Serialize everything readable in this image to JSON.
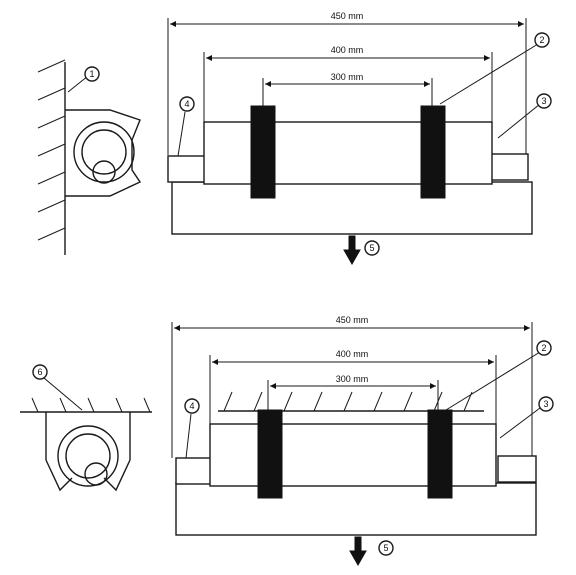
{
  "top": {
    "dims": {
      "overall": "450 mm",
      "middle": "400 mm",
      "inner": "300 mm"
    },
    "callouts": [
      "1",
      "2",
      "3",
      "4",
      "5"
    ]
  },
  "bottom": {
    "dims": {
      "overall": "450 mm",
      "middle": "400 mm",
      "inner": "300 mm"
    },
    "callouts": [
      "6",
      "2",
      "3",
      "4",
      "5"
    ]
  }
}
